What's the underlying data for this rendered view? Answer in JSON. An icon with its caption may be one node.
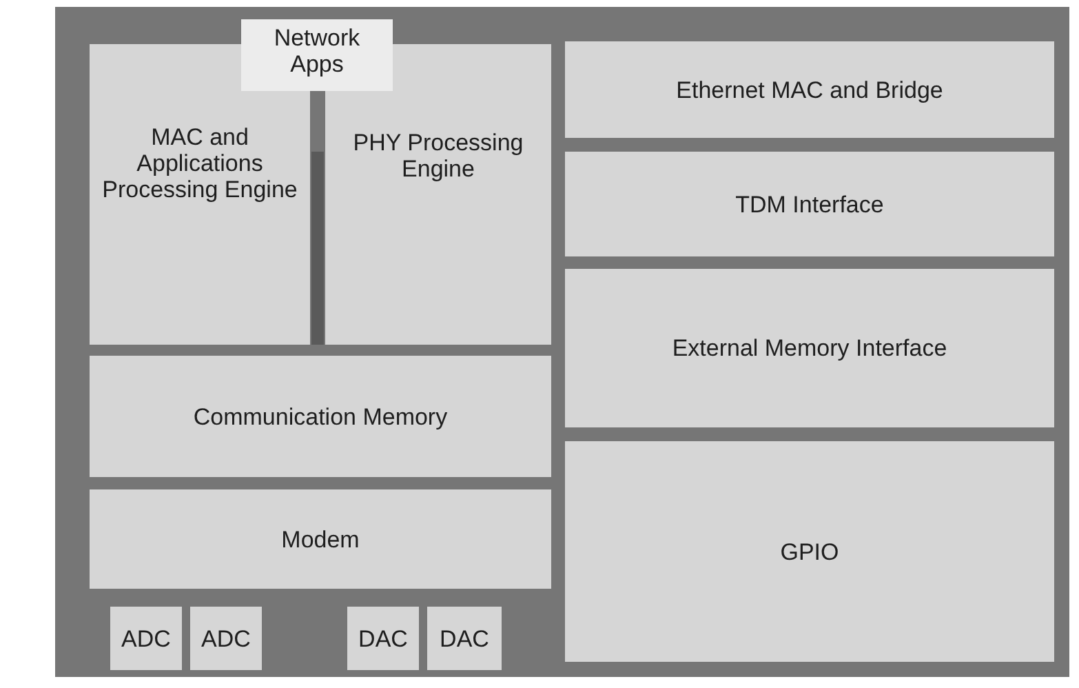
{
  "diagram": {
    "nodes": [
      {
        "text": [
          "Network Apps"
        ]
      },
      {
        "text": [
          "MAC and Applications Processing Engine"
        ]
      },
      {
        "text": [
          "PHY Processing Engine"
        ]
      },
      {
        "text": [
          "Communication Memory"
        ]
      },
      {
        "text": [
          "Modem"
        ]
      },
      {
        "text": [
          "ADC"
        ]
      },
      {
        "text": [
          "ADC"
        ]
      },
      {
        "text": [
          "DAC"
        ]
      },
      {
        "text": [
          "DAC"
        ]
      },
      {
        "text": [
          "Ethernet MAC and Bridge"
        ]
      },
      {
        "text": [
          "TDM Interface"
        ]
      },
      {
        "text": [
          "External Memory Interface"
        ]
      },
      {
        "text": [
          "GPIO"
        ]
      }
    ],
    "edges": []
  }
}
